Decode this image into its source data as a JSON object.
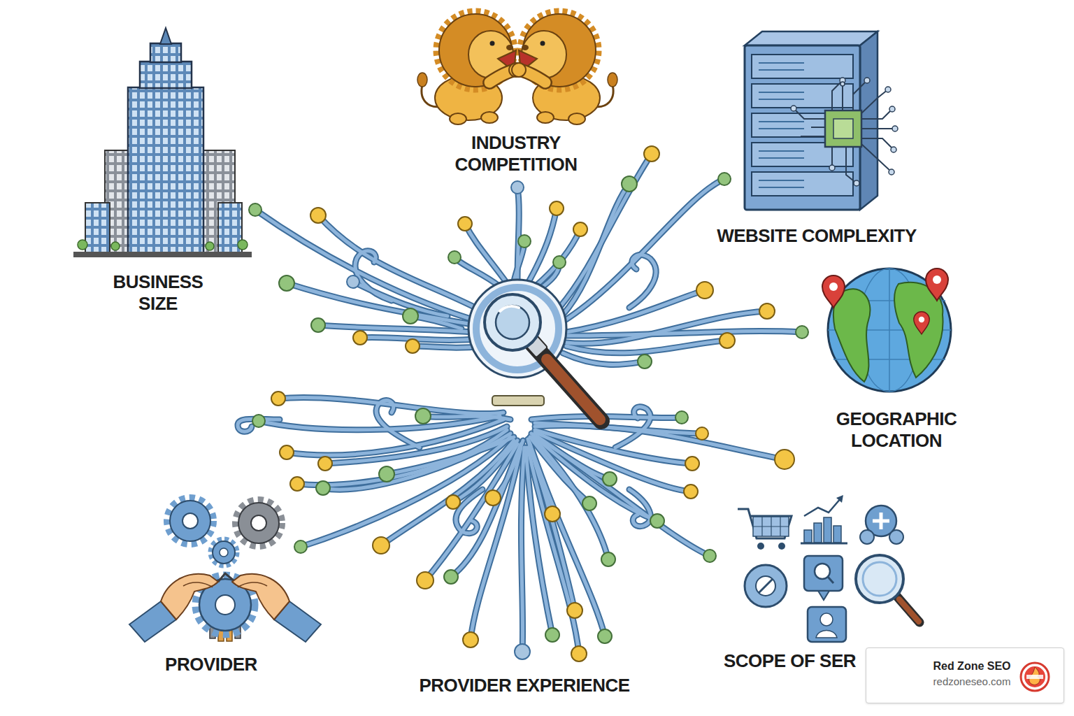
{
  "diagram": {
    "nodes": [
      {
        "text": [
          "Red Zone SEO",
          "redzoneseo.com"
        ]
      }
    ],
    "labels": [
      "INDUSTRY COMPETITION",
      "WEBSITE COMPLEXITY",
      "BUSINESS SIZE",
      "GEOGRAPHIC LOCATION",
      "SCOPE OF SER",
      "PROVIDER",
      "PROVIDER EXPERIENCE"
    ]
  }
}
